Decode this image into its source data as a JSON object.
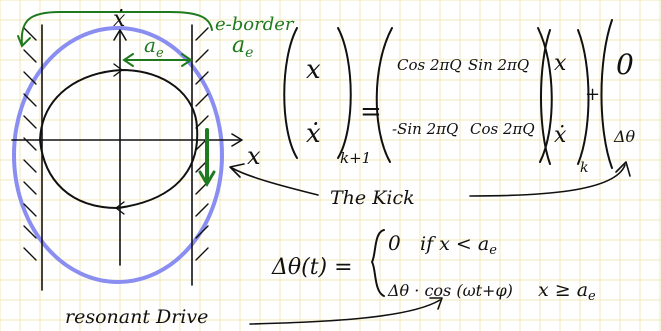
{
  "labels": {
    "xdot_axis": "ẋ",
    "x_axis": "x",
    "e_border": "e-border",
    "ae_border": "a",
    "ae_border_sub": "e",
    "ae_width": "a",
    "ae_width_sub": "e",
    "the_kick": "The Kick",
    "resonant_drive": "resonant Drive"
  },
  "matrix_eq": {
    "lhs_top": "x",
    "lhs_bottom": "ẋ",
    "lhs_sub": "k+1",
    "equals": "=",
    "m11": "Cos 2πQ",
    "m12": "Sin 2πQ",
    "m21": "-Sin 2πQ",
    "m22": "Cos 2πQ",
    "vec_top": "x",
    "vec_bottom": "ẋ",
    "vec_sub": "k",
    "plus": "+",
    "kick_top": "0",
    "kick_bottom": "Δθ"
  },
  "delta_eq": {
    "lhs": "Δθ(t) =",
    "case1_value": "0",
    "case1_cond": "if   x < a",
    "case1_cond_sub": "e",
    "case2_value": "Δθ · cos (ωt+φ)",
    "case2_cond": "x ≥ a",
    "case2_cond_sub": "e"
  },
  "colors": {
    "ink": "#111111",
    "green": "#1f7a1f",
    "blue": "#8a8ef0",
    "grid": "#f2e7b8"
  }
}
